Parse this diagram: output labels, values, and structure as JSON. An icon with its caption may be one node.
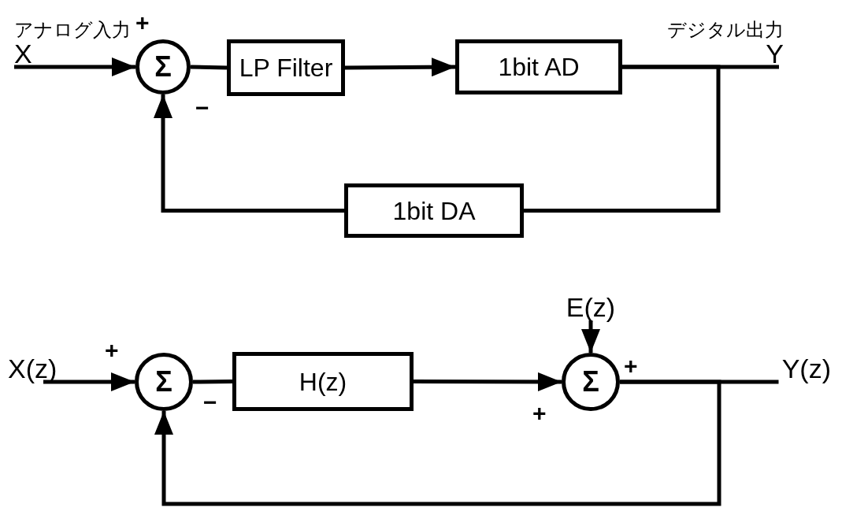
{
  "diagram": {
    "nodes": [
      {
        "text": [
          "アナログ入力",
          "X"
        ]
      },
      {
        "text": [
          "Σ"
        ]
      },
      {
        "text": [
          "LP Filter"
        ]
      },
      {
        "text": [
          "1bit AD"
        ]
      },
      {
        "text": [
          "デジタル出力",
          "Y"
        ]
      },
      {
        "text": [
          "1bit DA"
        ]
      },
      {
        "text": [
          "X(z)"
        ]
      },
      {
        "text": [
          "Σ"
        ]
      },
      {
        "text": [
          "H(z)"
        ]
      },
      {
        "text": [
          "Σ"
        ]
      },
      {
        "text": [
          "E(z)"
        ]
      },
      {
        "text": [
          "Y(z)"
        ]
      }
    ],
    "edges": [
      {
        "from": 0,
        "to": 1,
        "arrow": "to"
      },
      {
        "from": 1,
        "to": 2,
        "arrow": "none"
      },
      {
        "from": 2,
        "to": 3,
        "arrow": "to"
      },
      {
        "from": 3,
        "to": 4,
        "arrow": "none"
      },
      {
        "from": 3,
        "to": 5,
        "arrow": "none"
      },
      {
        "from": 5,
        "to": 1,
        "arrow": "to"
      },
      {
        "from": 6,
        "to": 7,
        "arrow": "to"
      },
      {
        "from": 7,
        "to": 8,
        "arrow": "none"
      },
      {
        "from": 8,
        "to": 9,
        "arrow": "to"
      },
      {
        "from": 10,
        "to": 9,
        "arrow": "to"
      },
      {
        "from": 9,
        "to": 11,
        "arrow": "none"
      },
      {
        "from": 9,
        "to": 7,
        "arrow": "to"
      }
    ],
    "labels": [
      "+",
      "−",
      "+",
      "+",
      "−",
      "+"
    ]
  }
}
